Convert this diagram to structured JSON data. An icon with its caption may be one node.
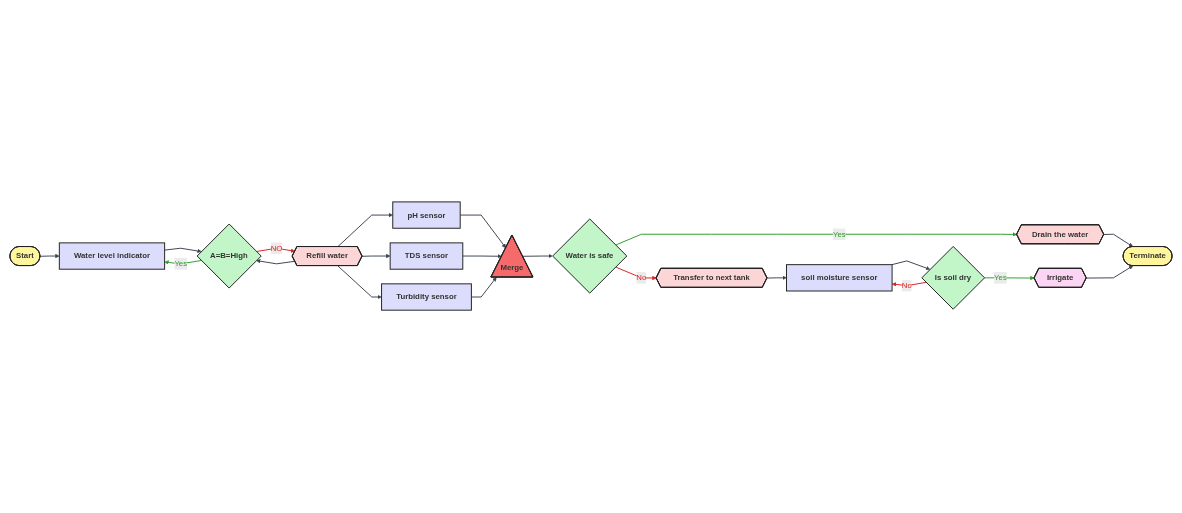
{
  "diagram": {
    "nodes": [
      {
        "text": [
          "Start"
        ]
      },
      {
        "text": [
          "Water level indicator"
        ]
      },
      {
        "text": [
          "A=B=High"
        ]
      },
      {
        "text": [
          "Refill water"
        ]
      },
      {
        "text": [
          "pH sensor"
        ]
      },
      {
        "text": [
          "TDS sensor"
        ]
      },
      {
        "text": [
          "Turbidity sensor"
        ]
      },
      {
        "text": [
          "Merge"
        ]
      },
      {
        "text": [
          "Water is safe"
        ]
      },
      {
        "text": [
          "Drain the water"
        ]
      },
      {
        "text": [
          "Terminate"
        ]
      },
      {
        "text": [
          "Transfer to next tank"
        ]
      },
      {
        "text": [
          "soil moisture sensor"
        ]
      },
      {
        "text": [
          "Is soil dry"
        ]
      },
      {
        "text": [
          "Irrigate"
        ]
      }
    ],
    "edges": [
      {
        "from": 0,
        "to": 1,
        "arrow": "to"
      },
      {
        "from": 1,
        "to": 2,
        "arrow": "to"
      },
      {
        "from": 2,
        "to": 1,
        "arrow": "to",
        "label": "Yes",
        "color": "#2e9e2e"
      },
      {
        "from": 2,
        "to": 3,
        "arrow": "to",
        "label": "NO",
        "color": "#e02020"
      },
      {
        "from": 3,
        "to": 2,
        "arrow": "to"
      },
      {
        "from": 3,
        "to": 4,
        "arrow": "to"
      },
      {
        "from": 3,
        "to": 5,
        "arrow": "to"
      },
      {
        "from": 3,
        "to": 6,
        "arrow": "to"
      },
      {
        "from": 4,
        "to": 7,
        "arrow": "to"
      },
      {
        "from": 5,
        "to": 7,
        "arrow": "to"
      },
      {
        "from": 6,
        "to": 7,
        "arrow": "to"
      },
      {
        "from": 7,
        "to": 8,
        "arrow": "to"
      },
      {
        "from": 8,
        "to": 9,
        "arrow": "to",
        "label": "Yes",
        "color": "#2e9e2e"
      },
      {
        "from": 8,
        "to": 11,
        "arrow": "to",
        "label": "No",
        "color": "#e02020"
      },
      {
        "from": 9,
        "to": 10,
        "arrow": "to"
      },
      {
        "from": 11,
        "to": 12,
        "arrow": "to"
      },
      {
        "from": 12,
        "to": 13,
        "arrow": "to"
      },
      {
        "from": 13,
        "to": 14,
        "arrow": "to",
        "label": "Yes",
        "color": "#2e9e2e"
      },
      {
        "from": 13,
        "to": 12,
        "arrow": "to",
        "label": "No",
        "color": "#e02020"
      },
      {
        "from": 14,
        "to": 10,
        "arrow": "to"
      }
    ]
  }
}
